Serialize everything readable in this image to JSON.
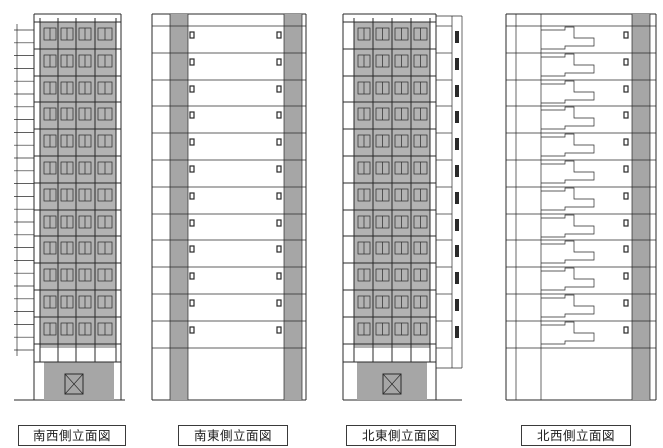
{
  "colors": {
    "line": "#2a2a2a",
    "wall_shade": "#a6a6a6",
    "balcony_shade": "#b3b3b3",
    "background": "#ffffff"
  },
  "elevations": [
    {
      "label": "南西側立面図"
    },
    {
      "label": "南東側立面図"
    },
    {
      "label": "北東側立面図"
    },
    {
      "label": "北西側立面図"
    }
  ]
}
